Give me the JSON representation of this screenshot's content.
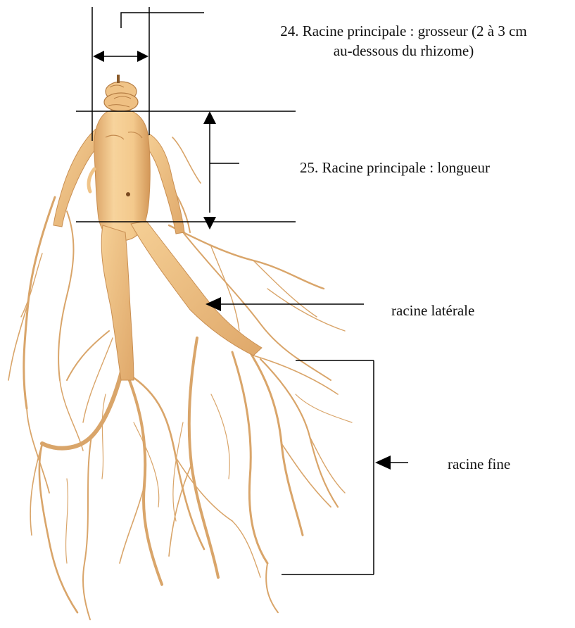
{
  "labels": {
    "diameter_line1": "24.  Racine principale : grosseur (2 à 3 cm",
    "diameter_line2": "au-dessous du rhizome)",
    "length": "25.  Racine principale : longueur",
    "lateral": "racine latérale",
    "fine": "racine fine"
  },
  "colors": {
    "root_body": "#f3c98c",
    "root_shadow": "#d9a263",
    "root_highlight": "#fbe2b8",
    "fine_root": "#d9a56a",
    "annotation_line": "#000000",
    "text": "#111111",
    "background": "#ffffff"
  },
  "icons": {
    "diameter_arrow": "double-headed-horizontal-arrow",
    "length_arrow": "double-headed-vertical-arrow",
    "lateral_pointer": "left-arrow",
    "fine_pointer": "left-arrow"
  }
}
